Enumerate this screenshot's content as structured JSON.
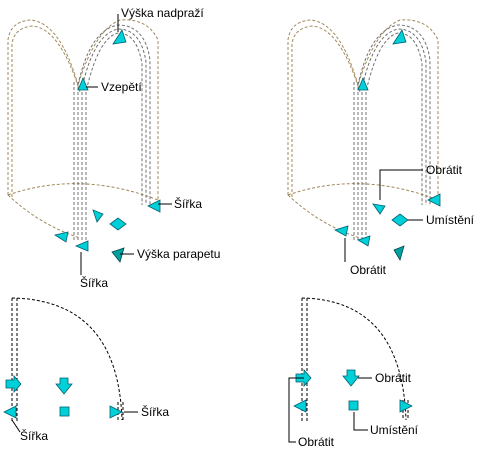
{
  "labels": {
    "height_crest": "Výška nadpraží",
    "spring": "Vzepětí",
    "width_right": "Šířka",
    "width_left": "Šířka",
    "sill_height": "Výška parapetu",
    "flip_top": "Obrátit",
    "placement_top": "Umístění",
    "flip_low": "Obrátit",
    "plan_width_right": "Šířka",
    "plan_width_left": "Šířka",
    "plan_flip_right": "Obrátit",
    "plan_placement": "Umístění",
    "plan_flip_left": "Obrátit"
  },
  "colors": {
    "grip": "#00d0d8",
    "grip_dark": "#00a0a0",
    "outline": "#a08858",
    "arc": "#000000"
  }
}
